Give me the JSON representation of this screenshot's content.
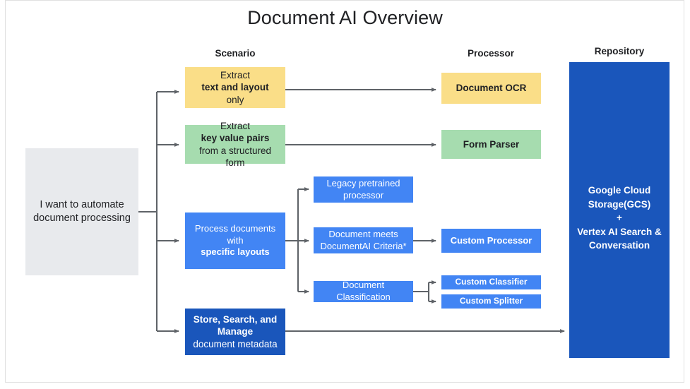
{
  "diagram": {
    "title": "Document AI Overview",
    "columns": [
      {
        "key": "scenario",
        "label": "Scenario"
      },
      {
        "key": "processor",
        "label": "Processor"
      },
      {
        "key": "repository",
        "label": "Repository"
      }
    ],
    "input": {
      "label": "I want to automate document processing",
      "color": "#e8eaed"
    },
    "scenarios": [
      {
        "id": "extract-text-layout",
        "text_plain": "Extract text and layout only",
        "text_pre": "Extract ",
        "text_bold": "text and layout",
        "text_post": " only",
        "color": "#fade88"
      },
      {
        "id": "extract-key-value-pairs",
        "text_plain": "Extract key value pairs from a structured form",
        "text_pre": "Extract ",
        "text_bold": "key value pairs",
        "text_post": " from a structured form",
        "color": "#a6dcaf"
      },
      {
        "id": "process-specific-layouts",
        "text_plain": "Process documents with specific layouts",
        "text_pre": "Process documents with ",
        "text_bold": "specific layouts",
        "text_post": "",
        "color": "#4285f4"
      },
      {
        "id": "store-search-manage",
        "text_plain": "Store, Search, and Manage document metadata",
        "text_pre": "",
        "text_bold": "Store, Search, and Manage",
        "text_post": " document metadata",
        "color": "#1a56bb"
      }
    ],
    "criteria": [
      {
        "id": "legacy-pretrained-processor",
        "label": "Legacy pretrained processor",
        "color": "#4285f4"
      },
      {
        "id": "document-meets-criteria",
        "label": "Document meets DocumentAI Criteria*",
        "color": "#4285f4"
      },
      {
        "id": "document-classification",
        "label": "Document Classification",
        "color": "#4285f4"
      }
    ],
    "processors": [
      {
        "id": "document-ocr",
        "label": "Document OCR",
        "color": "#fade88"
      },
      {
        "id": "form-parser",
        "label": "Form Parser",
        "color": "#a6dcaf"
      },
      {
        "id": "custom-processor",
        "label": "Custom Processor",
        "color": "#4285f4"
      },
      {
        "id": "custom-classifier",
        "label": "Custom Classifier",
        "color": "#4285f4"
      },
      {
        "id": "custom-splitter",
        "label": "Custom Splitter",
        "color": "#4285f4"
      }
    ],
    "repository": {
      "id": "gcs-vertex-repository",
      "line1": "Google Cloud",
      "line2": "Storage(GCS)",
      "line3": "+",
      "line4": "Vertex AI Search &",
      "line5": "Conversation",
      "color": "#1a56bb"
    },
    "connector_color": "#5f6368"
  }
}
